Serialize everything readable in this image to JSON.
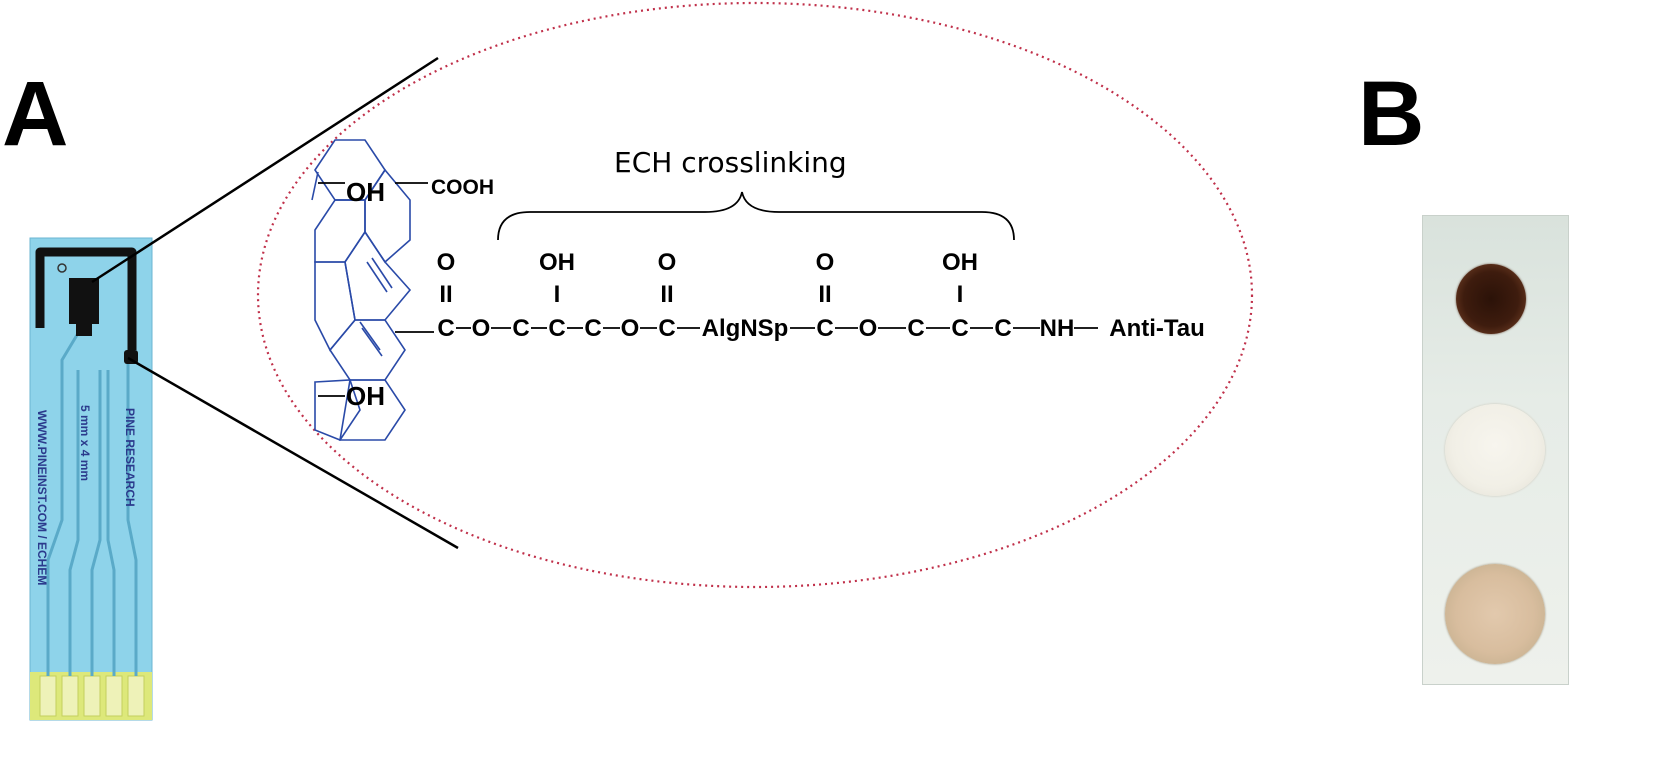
{
  "panels": {
    "a_label": "A",
    "b_label": "B"
  },
  "electrode": {
    "text_left": "WWW.PINEINST.COM / ECHEM",
    "text_mid": "5 mm x 4 mm",
    "text_right": "PINE RESEARCH"
  },
  "structure": {
    "oh_top": "OH",
    "oh_bottom": "OH",
    "cooh": "COOH",
    "bracket_label": "ECH crosslinking",
    "chain": [
      {
        "text": "C",
        "top": "O",
        "mid": "II"
      },
      {
        "text": "O"
      },
      {
        "text": "C"
      },
      {
        "text": "C",
        "top": "OH",
        "mid": "I"
      },
      {
        "text": "C"
      },
      {
        "text": "O"
      },
      {
        "text": "C",
        "top": "O",
        "mid": "II"
      },
      {
        "text": "AlgNSp"
      },
      {
        "text": "C",
        "top": "O",
        "mid": "II"
      },
      {
        "text": "O"
      },
      {
        "text": "C"
      },
      {
        "text": "C",
        "top": "OH",
        "mid": "I"
      },
      {
        "text": "C"
      },
      {
        "text": "NH"
      },
      {
        "text": "Anti-Tau"
      }
    ]
  },
  "colors": {
    "ellipse": "#c0304a",
    "ring": "#2a4aa8",
    "strip": "#8ed3ea",
    "contacts": "#dde87a"
  }
}
